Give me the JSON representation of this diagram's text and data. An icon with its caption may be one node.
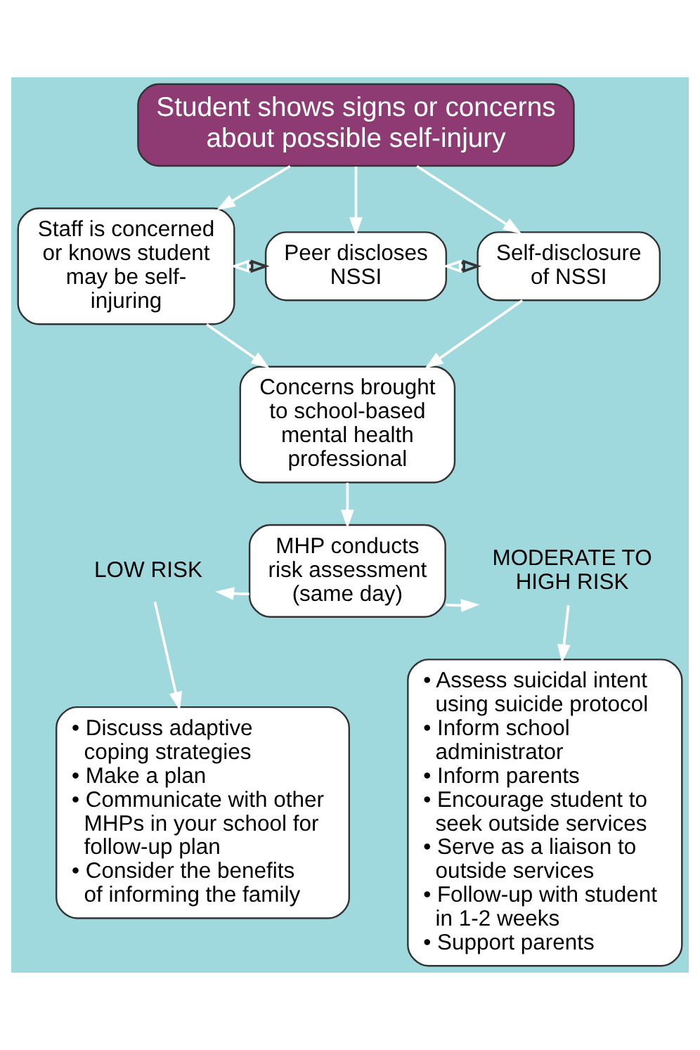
{
  "diagram": {
    "nodes": [
      {
        "text": [
          "Student shows signs or concerns about possible self-injury"
        ]
      },
      {
        "text": [
          "Staff is concerned or knows student may be self-injuring"
        ]
      },
      {
        "text": [
          "Peer discloses NSSI"
        ]
      },
      {
        "text": [
          "Self-disclosure of NSSI"
        ]
      },
      {
        "text": [
          "Concerns brought to school-based mental health professional"
        ]
      },
      {
        "text": [
          "MHP conducts risk assessment (same day)"
        ]
      },
      {
        "text": [
          "LOW RISK"
        ]
      },
      {
        "text": [
          "MODERATE TO HIGH RISK"
        ]
      },
      {
        "text": [
          "• Discuss adaptive coping strategies",
          "• Make a plan",
          "• Communicate with other MHPs in your school for follow-up plan",
          "• Consider the benefits of informing the family"
        ]
      },
      {
        "text": [
          "• Assess suicidal intent using suicide protocol",
          "• Inform school administrator",
          "• Inform parents",
          "• Encourage student to seek outside services",
          "• Serve as a liaison to outside services",
          "• Follow-up with student in 1-2 weeks",
          "• Support parents"
        ]
      }
    ],
    "edges": [
      {
        "from": 0,
        "to": 1,
        "arrow": "to"
      },
      {
        "from": 0,
        "to": 2,
        "arrow": "to"
      },
      {
        "from": 0,
        "to": 3,
        "arrow": "to"
      },
      {
        "from": 1,
        "to": 2,
        "arrow": "both",
        "color": "#333333"
      },
      {
        "from": 2,
        "to": 3,
        "arrow": "both",
        "color": "#333333"
      },
      {
        "from": 1,
        "to": 4,
        "arrow": "to"
      },
      {
        "from": 3,
        "to": 4,
        "arrow": "to"
      },
      {
        "from": 4,
        "to": 5,
        "arrow": "to"
      },
      {
        "from": 5,
        "to": 6,
        "arrow": "to"
      },
      {
        "from": 5,
        "to": 7,
        "arrow": "to"
      },
      {
        "from": 6,
        "to": 8,
        "arrow": "to"
      },
      {
        "from": 7,
        "to": 9,
        "arrow": "to"
      }
    ]
  }
}
